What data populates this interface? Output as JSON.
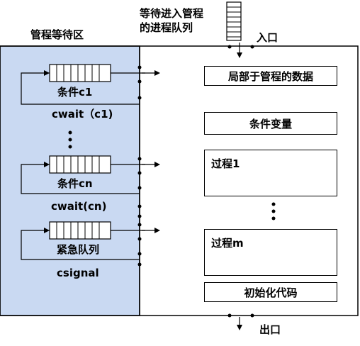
{
  "colors": {
    "waiting_zone": "#c9d9f2",
    "stroke": "#000000"
  },
  "top": {
    "entry_queue_label_line1": "等待进入管程",
    "entry_queue_label_line2": "的进程队列",
    "entrance_label": "入口",
    "exit_label": "出口"
  },
  "waiting_zone": {
    "title": "管程等待区",
    "queues": [
      {
        "name": "条件c1",
        "operation": "cwait（c1)"
      },
      {
        "name": "条件cn",
        "operation": "cwait(cn)"
      },
      {
        "name": "紧急队列",
        "operation": "csignal"
      }
    ]
  },
  "monitor": {
    "local_data": "局部于管程的数据",
    "condition_vars": "条件变量",
    "procedure_first": "过程1",
    "procedure_last": "过程m",
    "init_code": "初始化代码"
  }
}
